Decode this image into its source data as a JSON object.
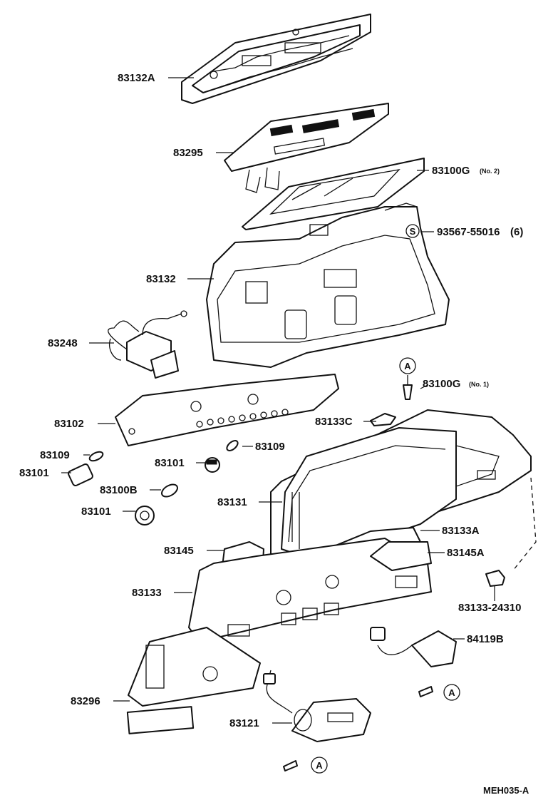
{
  "diagram_code": "MEH035-A",
  "callout_symbol": "A",
  "s_symbol": "S",
  "labels": {
    "p83132A": "83132A",
    "p83295": "83295",
    "p83100G2": "83100G",
    "p83100G2_sub": "(No. 2)",
    "p93567": "93567-55016",
    "p93567_qty": "(6)",
    "p83132": "83132",
    "p83248": "83248",
    "p83100G1": "83100G",
    "p83100G1_sub": "(No. 1)",
    "p83102": "83102",
    "p83133C": "83133C",
    "p83109a": "83109",
    "p83109b": "83109",
    "p83101a": "83101",
    "p83101b": "83101",
    "p83101c": "83101",
    "p83100B": "83100B",
    "p83131": "83131",
    "p83133A": "83133A",
    "p83145": "83145",
    "p83145A": "83145A",
    "p83133": "83133",
    "p83133_24310": "83133-24310",
    "p84119B": "84119B",
    "p83296": "83296",
    "p83121": "83121"
  }
}
